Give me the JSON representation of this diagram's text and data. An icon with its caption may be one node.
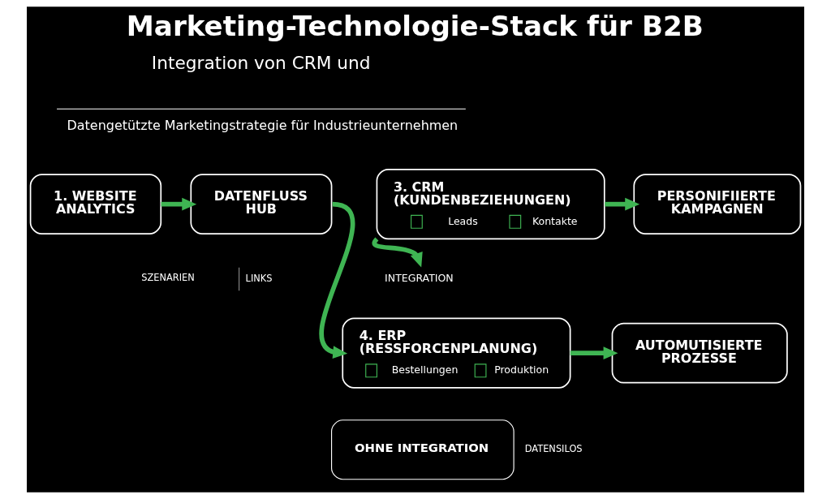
{
  "diagram": {
    "title": "Marketing-Technologie-Stack für B2B",
    "nodes": [
      {
        "text": [
          "1. WEBSITE ANALYTICS"
        ]
      },
      {
        "text": [
          "DATENFLUSS HUB"
        ]
      },
      {
        "text": [
          "3. CRM (KUNDENBEZIEHUNGEN)",
          "Leads",
          "Kontakte"
        ]
      },
      {
        "text": [
          "PERSONIFIIERTE KAMPAGNEN"
        ]
      },
      {
        "text": [
          "INTEGRATION"
        ]
      },
      {
        "text": [
          "4. ERP (RESSFORCENPLANUNG)",
          "Bestellungen",
          "Produktion"
        ]
      },
      {
        "text": [
          "AUTOMUTISIERTE PROZESSE"
        ]
      },
      {
        "text": [
          "OHNE INTEGRATION"
        ],
        "beside": [
          "DATENSILOS"
        ]
      }
    ],
    "edges": [
      {
        "from": 0,
        "to": 1,
        "arrow": "to"
      },
      {
        "from": 1,
        "to": 5,
        "arrow": "to"
      },
      {
        "from": 2,
        "to": 4,
        "arrow": "to"
      },
      {
        "from": 2,
        "to": 3,
        "arrow": "to"
      },
      {
        "from": 5,
        "to": 6,
        "arrow": "to"
      }
    ],
    "labels": [
      "Integration von CRM und",
      "Datengetützte Marketingstrategie für Industrieunternehmen",
      "SZENARIEN",
      "LINKS"
    ]
  }
}
